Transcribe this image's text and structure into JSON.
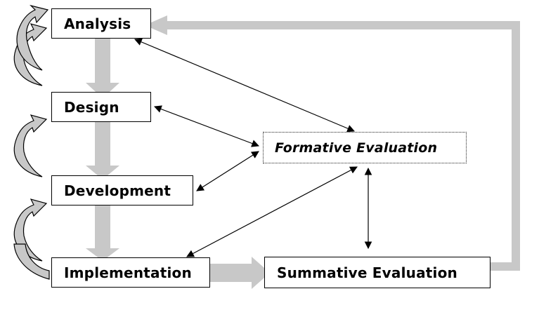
{
  "phases": {
    "analysis": "Analysis",
    "design": "Design",
    "development": "Development",
    "implementation": "Implementation"
  },
  "formative_evaluation": "Formative Evaluation",
  "summative_evaluation": "Summative Evaluation",
  "colors": {
    "flow_arrow": "#c8c8c8",
    "curl_arrow_fill": "#c8c8c8",
    "box_border": "#000000",
    "connector": "#000000"
  }
}
